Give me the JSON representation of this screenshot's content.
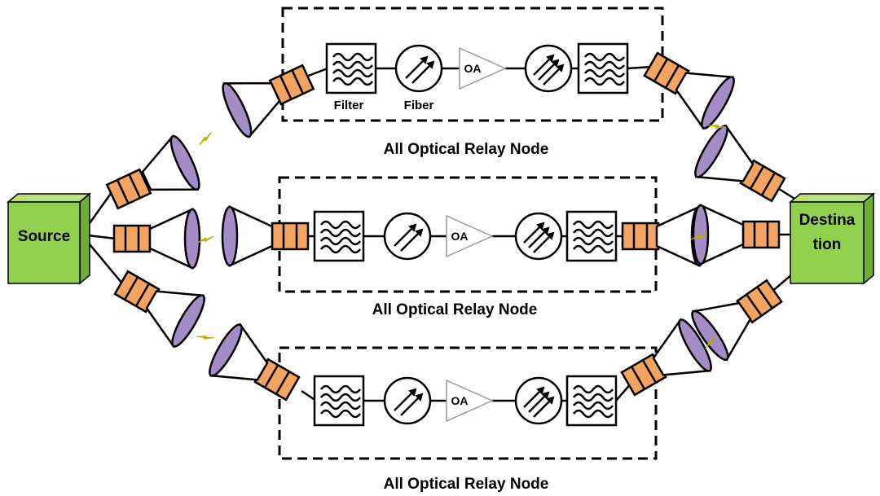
{
  "source": {
    "label": "Source"
  },
  "destination": {
    "label_line1": "Destina",
    "label_line2": "tion"
  },
  "relays": [
    {
      "label": "All Optical Relay Node"
    },
    {
      "label": "All Optical Relay Node"
    },
    {
      "label": "All Optical Relay Node"
    }
  ],
  "components": {
    "filter_label": "Filter",
    "fiber_label": "Fiber",
    "amplifier_label": "OA"
  },
  "colors": {
    "terminal_fill": "#92d050",
    "terminal_side": "#6fae2e",
    "collimator_fill": "#f4a460",
    "antenna_fill": "#a48dc7",
    "lightning": "#e8e000",
    "line": "#000000"
  }
}
